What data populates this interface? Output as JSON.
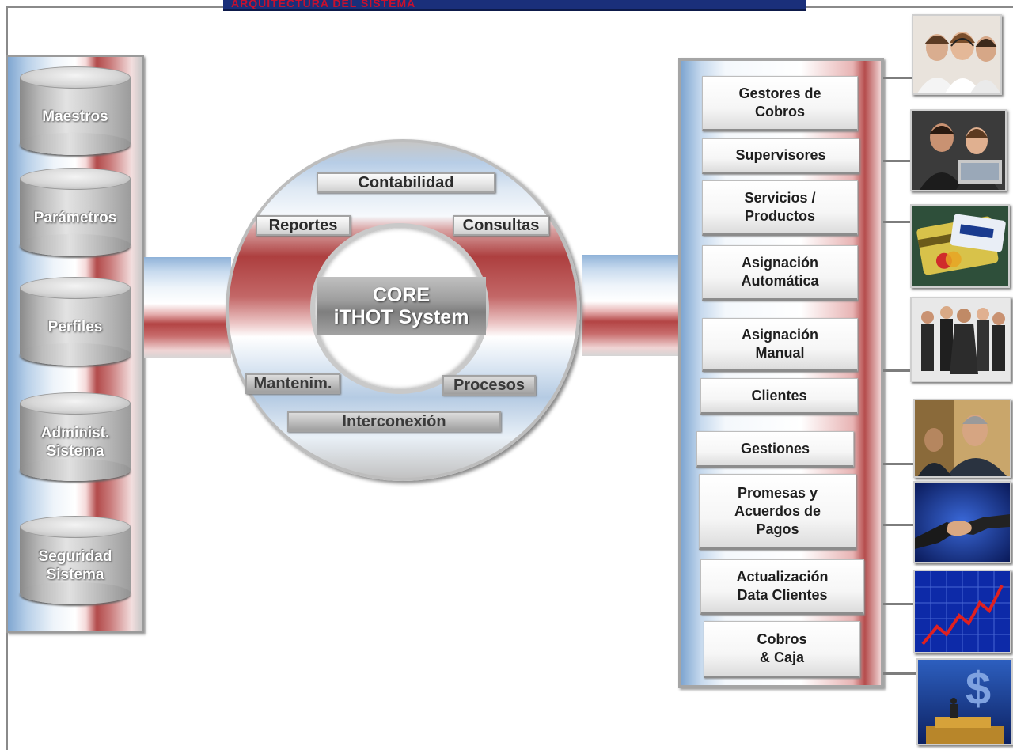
{
  "header": {
    "title": "ARQUITECTURA DEL SISTEMA"
  },
  "left_column": {
    "items": [
      {
        "label": "Maestros"
      },
      {
        "label": "Parámetros"
      },
      {
        "label": "Perfiles"
      },
      {
        "label": "Administ.\nSistema"
      },
      {
        "label": "Seguridad\nSistema"
      }
    ]
  },
  "core": {
    "line1": "CORE",
    "line2": "iTHOT System",
    "modules": {
      "contabilidad": "Contabilidad",
      "reportes": "Reportes",
      "consultas": "Consultas",
      "mantenim": "Mantenim.",
      "procesos": "Procesos",
      "interconexion": "Interconexión"
    }
  },
  "right_panel": {
    "items": [
      {
        "label": "Gestores de\nCobros"
      },
      {
        "label": "Supervisores"
      },
      {
        "label": "Servicios /\nProductos"
      },
      {
        "label": "Asignación\nAutomática"
      },
      {
        "label": "Asignación\nManual"
      },
      {
        "label": "Clientes"
      },
      {
        "label": "Gestiones"
      },
      {
        "label": "Promesas y\nAcuerdos de\nPagos"
      },
      {
        "label": "Actualización\nData   Clientes"
      },
      {
        "label": "Cobros\n& Caja"
      }
    ]
  },
  "photos": [
    {
      "name": "call-center-agents"
    },
    {
      "name": "supervisors-at-laptop"
    },
    {
      "name": "credit-cards"
    },
    {
      "name": "business-team"
    },
    {
      "name": "thinking-businessman"
    },
    {
      "name": "handshake"
    },
    {
      "name": "rising-chart"
    },
    {
      "name": "dollar-sign-coins"
    }
  ],
  "colors": {
    "title_bg": "#1a2f7a",
    "title_text": "#c8102e",
    "blue": "#7fa6d1",
    "red": "#b34444"
  }
}
